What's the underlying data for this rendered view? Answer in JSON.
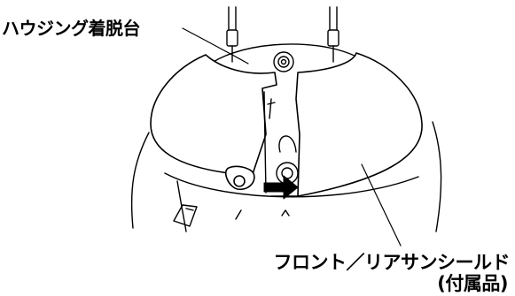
{
  "labels": {
    "housing_mount": "ハウジング着脱台",
    "sunshield_line1": "フロント／リアサンシールド",
    "sunshield_line2": "(付属品)"
  },
  "colors": {
    "line": "#000000",
    "arrow": "#000000",
    "background": "#ffffff"
  }
}
